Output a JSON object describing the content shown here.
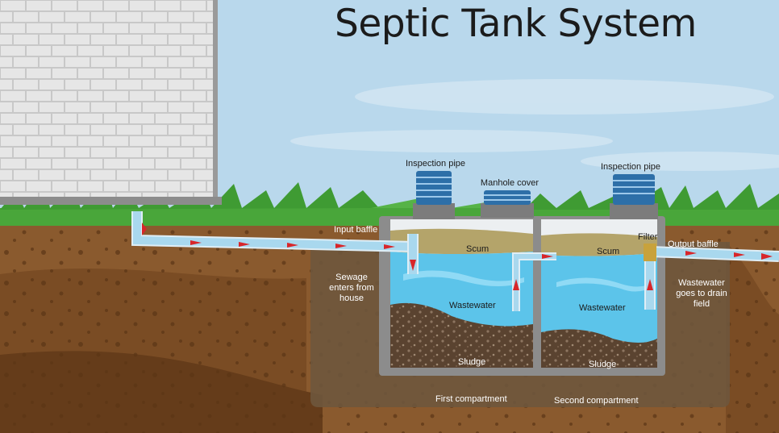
{
  "title": "Septic Tank System",
  "labels": {
    "inspection_pipe_1": "Inspection pipe",
    "manhole_cover": "Manhole cover",
    "inspection_pipe_2": "Inspection pipe",
    "input_baffle": "Input baffle",
    "filter": "Filter",
    "output_baffle": "Output baffle",
    "scum_1": "Scum",
    "scum_2": "Scum",
    "sewage_enters": "Sewage enters from house",
    "wastewater_1": "Wastewater",
    "wastewater_2": "Wastewater",
    "wastewater_goes": "Wastewater goes to drain field",
    "sludge_1": "Sludge",
    "sludge_2": "Sludge",
    "first_compartment": "First compartment",
    "second_compartment": "Second compartment"
  },
  "colors": {
    "sky": "#b9d8ec",
    "soil": "#8a5a2e",
    "deep_soil": "#6e4420",
    "grass": "#49a63a",
    "wastewater": "#5cc4ea",
    "sludge": "#5a4330",
    "scum": "#b4a46a",
    "pipe": "#a9d8ee",
    "flow_arrow": "#d8262a"
  }
}
